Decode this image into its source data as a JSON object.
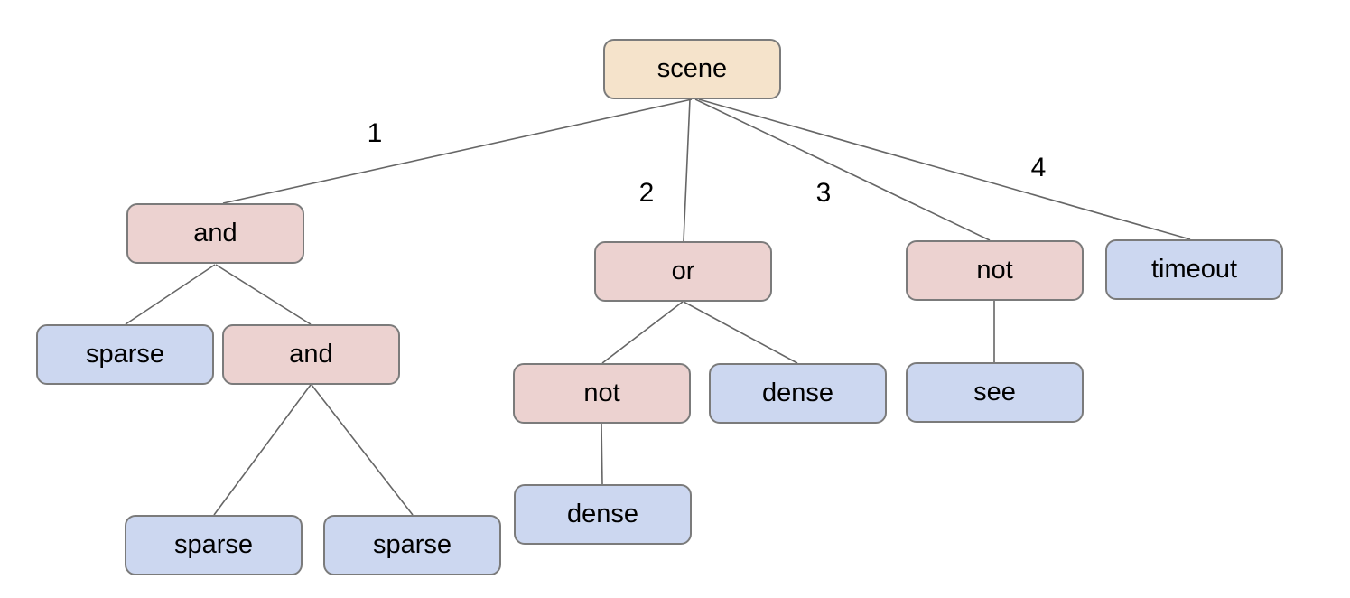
{
  "diagram": {
    "type": "tree",
    "colors": {
      "background": "#ffffff",
      "root_fill": "#f5e3cb",
      "operator_fill": "#ecd2d0",
      "leaf_fill": "#ccd7f0",
      "node_border": "#7b7b7b",
      "edge_line": "#666666",
      "text": "#000000"
    },
    "nodes": {
      "scene": {
        "label": "scene",
        "type": "root"
      },
      "and1": {
        "label": "and",
        "type": "operator"
      },
      "or1": {
        "label": "or",
        "type": "operator"
      },
      "not1": {
        "label": "not",
        "type": "operator"
      },
      "timeout1": {
        "label": "timeout",
        "type": "leaf"
      },
      "sparse1": {
        "label": "sparse",
        "type": "leaf"
      },
      "and2": {
        "label": "and",
        "type": "operator"
      },
      "not2": {
        "label": "not",
        "type": "operator"
      },
      "dense1": {
        "label": "dense",
        "type": "leaf"
      },
      "see1": {
        "label": "see",
        "type": "leaf"
      },
      "sparse2": {
        "label": "sparse",
        "type": "leaf"
      },
      "sparse3": {
        "label": "sparse",
        "type": "leaf"
      },
      "dense2": {
        "label": "dense",
        "type": "leaf"
      }
    },
    "edges": [
      {
        "from": "scene",
        "to": "and1",
        "label": "1"
      },
      {
        "from": "scene",
        "to": "or1",
        "label": "2"
      },
      {
        "from": "scene",
        "to": "not1",
        "label": "3"
      },
      {
        "from": "scene",
        "to": "timeout1",
        "label": "4"
      },
      {
        "from": "and1",
        "to": "sparse1",
        "label": ""
      },
      {
        "from": "and1",
        "to": "and2",
        "label": ""
      },
      {
        "from": "and2",
        "to": "sparse2",
        "label": ""
      },
      {
        "from": "and2",
        "to": "sparse3",
        "label": ""
      },
      {
        "from": "or1",
        "to": "not2",
        "label": ""
      },
      {
        "from": "or1",
        "to": "dense1",
        "label": ""
      },
      {
        "from": "not2",
        "to": "dense2",
        "label": ""
      },
      {
        "from": "not1",
        "to": "see1",
        "label": ""
      }
    ]
  }
}
